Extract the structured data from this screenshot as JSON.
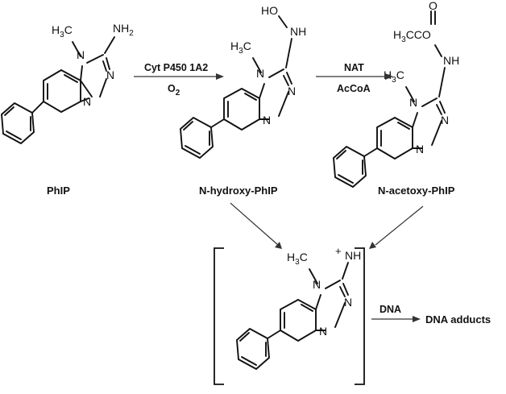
{
  "atoms": {
    "N": "N",
    "NH": "NH",
    "HO": "HO",
    "O": "O",
    "H3C_H": "H",
    "H3C_3": "3",
    "H3C_C": "C",
    "NH2_NH": "NH",
    "NH2_2": "2",
    "acetyl_H": "H",
    "acetyl_3": "3",
    "acetyl_rest": "CCO",
    "plus": "+"
  },
  "compounds": {
    "phip": "PhIP",
    "n_hydroxy": "N-hydroxy-PhIP",
    "n_acetoxy": "N-acetoxy-PhIP"
  },
  "reactions": {
    "step1_enzyme": "Cyt P450 1A2",
    "step1_cofactor_O": "O",
    "step1_cofactor_sub": "2",
    "step2_enzyme": "NAT",
    "step2_cofactor": "AcCoA",
    "step3_reagent": "DNA"
  },
  "product": "DNA adducts"
}
